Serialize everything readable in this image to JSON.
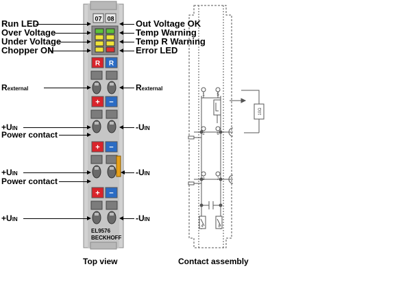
{
  "module": {
    "channel_numbers": [
      "07",
      "08"
    ],
    "side_marks": [
      "R",
      "R"
    ],
    "model": "EL9576",
    "brand": "BECKHOFF"
  },
  "labels": {
    "run_led": "Run LED",
    "over_voltage": "Over Voltage",
    "under_voltage": "Under Voltage",
    "chopper_on": "Chopper ON",
    "out_voltage_ok": "Out Voltage OK",
    "temp_warning": "Temp Warning",
    "temp_r_warning": "Temp R Warning",
    "error_led": "Error LED",
    "r_prefix": "R",
    "r_sub": "external",
    "plus_u": "+U",
    "minus_u": "-U",
    "u_sub": "IN",
    "power_contact": "Power contact"
  },
  "captions": {
    "top_view": "Top view",
    "contact_assembly": "Contact assembly"
  },
  "schematic": {
    "resistor_label": "10Ω",
    "terminal_numbers": [
      "1",
      "5",
      "2",
      "6",
      "3",
      "7",
      "4",
      "8"
    ]
  },
  "colors": {
    "housing": "#c8c8c8",
    "housing_dark": "#9a9a9a",
    "plus_red": "#d9242b",
    "minus_blue": "#2b6cc4",
    "led_green": "#5ec23a",
    "led_yellow": "#f0e43a",
    "led_red": "#e03030",
    "orange_tab": "#e8a11a"
  }
}
